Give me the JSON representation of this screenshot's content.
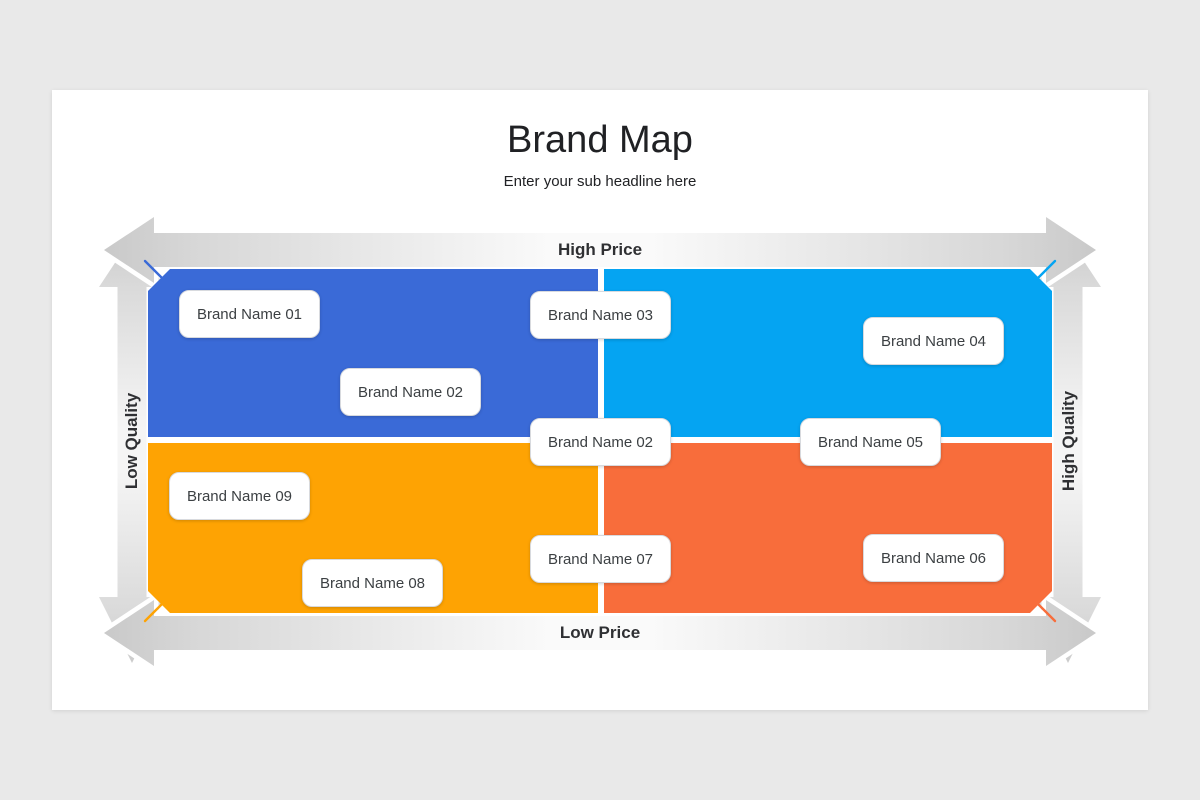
{
  "slide": {
    "title": "Brand Map",
    "subtitle": "Enter your sub headline here"
  },
  "axes": {
    "top": "High Price",
    "bottom": "Low Price",
    "left": "Low Quality",
    "right": "High Quality"
  },
  "colors": {
    "quadrant_top_left": "#3A6AD7",
    "quadrant_top_right": "#05A4F2",
    "quadrant_bottom_left": "#FEA303",
    "quadrant_bottom_right": "#F86D3B",
    "arrow_gray_dark": "#c9c9c9",
    "arrow_gray_light": "#f7f7f7"
  },
  "brands": [
    {
      "text": "Brand Name 01"
    },
    {
      "text": "Brand Name 02"
    },
    {
      "text": "Brand Name 03"
    },
    {
      "text": "Brand Name 04"
    },
    {
      "text": "Brand Name 02"
    },
    {
      "text": "Brand Name 05"
    },
    {
      "text": "Brand Name 09"
    },
    {
      "text": "Brand Name 08"
    },
    {
      "text": "Brand Name 07"
    },
    {
      "text": "Brand Name 06"
    }
  ]
}
